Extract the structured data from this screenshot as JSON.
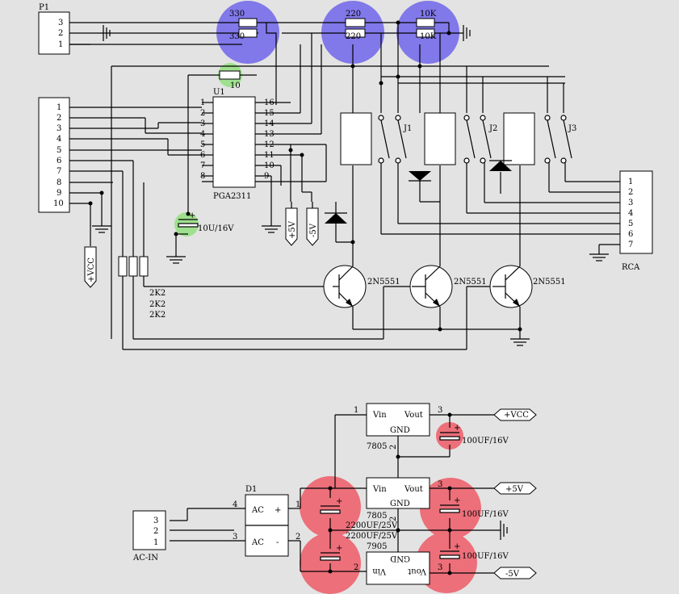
{
  "colors": {
    "background": "#e3e3e3",
    "highlight_blue": "#7b72e9",
    "highlight_green": "#9fe08e",
    "highlight_red": "#ec6f7a"
  },
  "p1": {
    "ref": "P1",
    "pins": [
      "3",
      "2",
      "1"
    ]
  },
  "connector10": {
    "pins": [
      "1",
      "2",
      "3",
      "4",
      "5",
      "6",
      "7",
      "8",
      "9",
      "10"
    ]
  },
  "u1": {
    "ref": "U1",
    "part": "PGA2311",
    "left_pins": [
      "1",
      "2",
      "3",
      "4",
      "5",
      "6",
      "7",
      "8"
    ],
    "right_pins": [
      "16",
      "15",
      "14",
      "13",
      "12",
      "11",
      "10",
      "9"
    ]
  },
  "resistors": {
    "r330_a": "330",
    "r330_b": "330",
    "r220_a": "220",
    "r220_b": "220",
    "r10k_a": "10K",
    "r10k_b": "10K",
    "r10": "10",
    "r2k2": [
      "2K2",
      "2K2",
      "2K2"
    ]
  },
  "cap_10u": "10U/16V",
  "relays": [
    "J1",
    "J2",
    "J3"
  ],
  "transistors": [
    "2N5551",
    "2N5551",
    "2N5551"
  ],
  "supply_flags": {
    "vcc": "+VCC",
    "p5": "+5V",
    "m5": "-5V"
  },
  "rca": {
    "ref": "RCA",
    "pins": [
      "1",
      "2",
      "3",
      "4",
      "5",
      "6",
      "7"
    ]
  },
  "ac_in": {
    "ref": "AC-IN",
    "pins": [
      "3",
      "2",
      "1"
    ]
  },
  "bridge": {
    "ref": "D1",
    "ac_top": "AC",
    "plus": "+",
    "ac_bottom": "AC",
    "minus": "-",
    "pin4": "4",
    "pin3": "3",
    "pin1": "1",
    "pin2": "2"
  },
  "reg_7805_a": {
    "part": "7805",
    "vin": "Vin",
    "vout": "Vout",
    "gnd": "GND",
    "pin_in": "1",
    "pin_out": "3",
    "pin_gnd": "2"
  },
  "reg_7805_b": {
    "part": "7805",
    "vin": "Vin",
    "vout": "Vout",
    "gnd": "GND",
    "pin_out": "3",
    "pin_gnd": "2"
  },
  "reg_7905": {
    "part": "7905",
    "vin": "Vin",
    "vout": "Vout",
    "gnd": "GND",
    "pin_in": "2",
    "pin_out": "3"
  },
  "caps": {
    "c_vcc": "100UF/16V",
    "c_p5": "100UF/16V",
    "c_m5": "100UF/16V",
    "c_big1": "2200UF/25V",
    "c_big2": "2200UF/25V"
  },
  "flags_power": {
    "vcc": "+VCC",
    "p5": "+5V",
    "m5": "-5V"
  },
  "plus_mark": "+"
}
